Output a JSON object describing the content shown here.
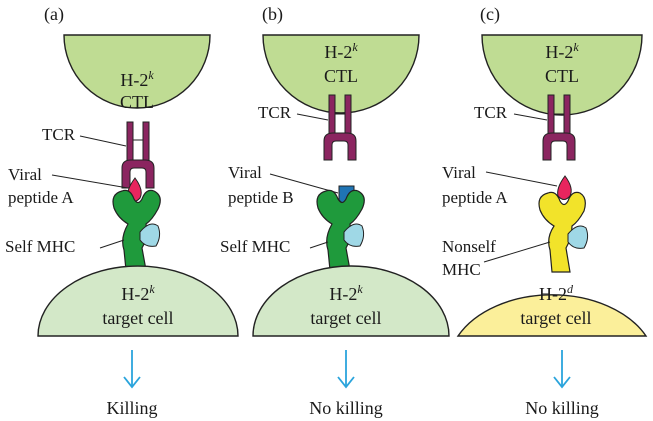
{
  "panels": [
    {
      "panel_label": "(a)",
      "ctl_line1": "H-2",
      "ctl_sup": "k",
      "ctl_line2": "CTL",
      "tcr_label": "TCR",
      "peptide_line1": "Viral",
      "peptide_line2": "peptide A",
      "mhc_line1": "Self MHC",
      "mhc_line2": "",
      "target_line1": "H-2",
      "target_sup": "k",
      "target_line2": "target cell",
      "outcome": "Killing"
    },
    {
      "panel_label": "(b)",
      "ctl_line1": "H-2",
      "ctl_sup": "k",
      "ctl_line2": "CTL",
      "tcr_label": "TCR",
      "peptide_line1": "Viral",
      "peptide_line2": "peptide B",
      "mhc_line1": "Self MHC",
      "mhc_line2": "",
      "target_line1": "H-2",
      "target_sup": "k",
      "target_line2": "target cell",
      "outcome": "No killing"
    },
    {
      "panel_label": "(c)",
      "ctl_line1": "H-2",
      "ctl_sup": "k",
      "ctl_line2": "CTL",
      "tcr_label": "TCR",
      "peptide_line1": "Viral",
      "peptide_line2": "peptide A",
      "mhc_line1": "Nonself",
      "mhc_line2": "MHC",
      "target_line1": "H-2",
      "target_sup": "d",
      "target_line2": "target cell",
      "outcome": "No killing"
    }
  ],
  "colors": {
    "ctl_fill": "#bfdc93",
    "self_target_fill": "#d3e8c8",
    "nonself_target_fill": "#fbef9a",
    "tcr": "#8b2560",
    "self_mhc": "#1f9a3c",
    "nonself_mhc": "#f2e32a",
    "peptide_a": "#e8255e",
    "peptide_b": "#1f74b4",
    "beta2m": "#9fd8e6",
    "arrow": "#2aa4dc"
  },
  "icons": {
    "outcome_arrow": "arrow-down-icon"
  }
}
